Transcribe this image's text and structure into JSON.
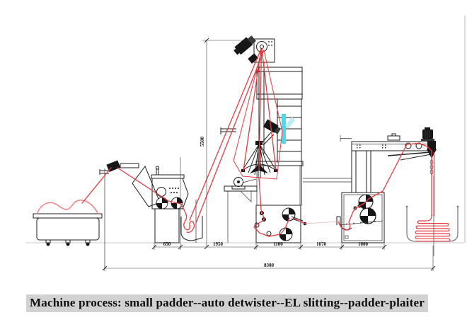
{
  "caption": "Machine process: small padder--auto detwister--EL slitting--padder-plaiter",
  "dimensions": {
    "small_padder_width_mm": "650",
    "padder_to_slitter_span_mm": "1950",
    "el_slitting_width_mm": "1100",
    "slitter_to_padder_gap_mm": "1070",
    "right_padder_width_mm": "1000",
    "total_length_mm": "8300",
    "tower_height_mm": "5500"
  },
  "colors": {
    "fabric_red": "#e63b40",
    "fabric_pile_pink": "#ef8184",
    "thin_thread_pink": "#f3b3b3",
    "cyan_accent": "#4fd8e9",
    "cyan_accent_light": "#b8eef6",
    "ink": "#1c1c1c",
    "ground_gray": "#c9c9c9",
    "caption_background": "#d2d2d2"
  }
}
